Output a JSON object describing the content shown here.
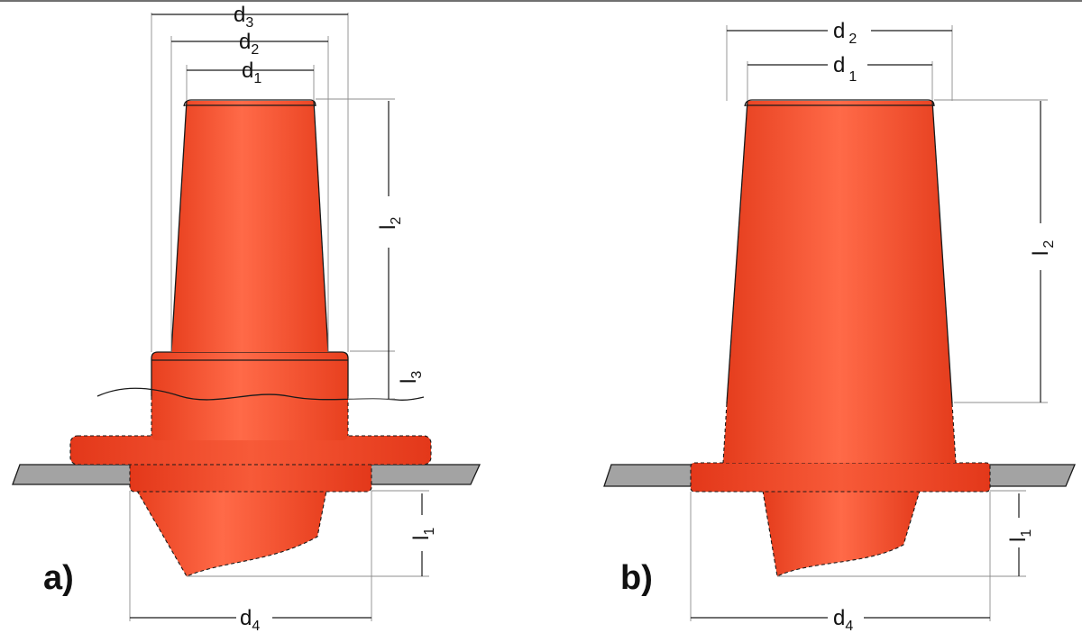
{
  "colors": {
    "part_fill": "#f0502d",
    "part_highlight": "#ff6b4a",
    "part_edge_dark": "#d8361a",
    "plate": "#a3a3a3",
    "line": "#1a1a1a",
    "extension_line": "#8c8c8c"
  },
  "panel_a": {
    "label": "a)",
    "dims": {
      "d3": {
        "main": "d",
        "sub": "3"
      },
      "d2": {
        "main": "d",
        "sub": "2"
      },
      "d1": {
        "main": "d",
        "sub": "1"
      },
      "l2": {
        "main": "l",
        "sub": "2"
      },
      "l3": {
        "main": "l",
        "sub": "3"
      },
      "l1": {
        "main": "l",
        "sub": "1"
      },
      "d4": {
        "main": "d",
        "sub": "4"
      }
    }
  },
  "panel_b": {
    "label": "b)",
    "dims": {
      "d2": {
        "main": "d",
        "sub": "2"
      },
      "d1": {
        "main": "d",
        "sub": "1"
      },
      "l2": {
        "main": "l",
        "sub": "2"
      },
      "l1": {
        "main": "l",
        "sub": "1"
      },
      "d4": {
        "main": "d",
        "sub": "4"
      }
    }
  }
}
